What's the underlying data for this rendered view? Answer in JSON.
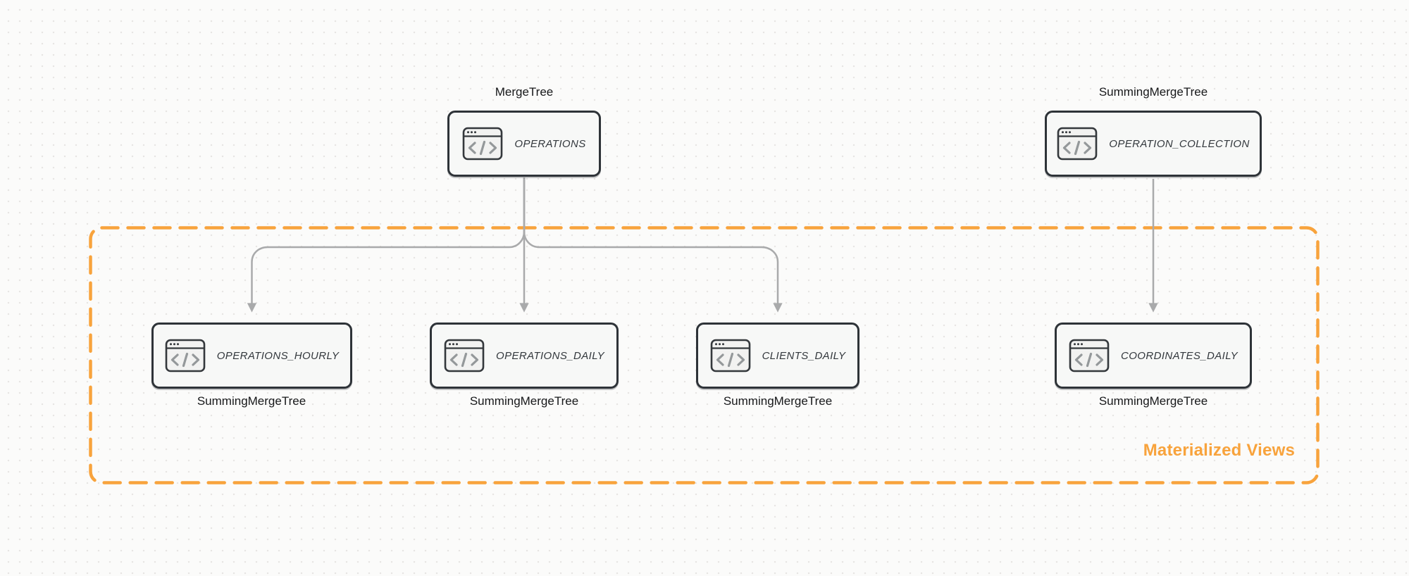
{
  "diagram": {
    "nodes": [
      {
        "id": "operations",
        "table": "OPERATIONS",
        "engine": "MergeTree",
        "engine_position": "above",
        "icon": "code-window-icon"
      },
      {
        "id": "operation_collection",
        "table": "OPERATION_COLLECTION",
        "engine": "SummingMergeTree",
        "engine_position": "above",
        "icon": "code-window-icon"
      },
      {
        "id": "operations_hourly",
        "table": "OPERATIONS_HOURLY",
        "engine": "SummingMergeTree",
        "engine_position": "below",
        "icon": "code-window-icon"
      },
      {
        "id": "operations_daily",
        "table": "OPERATIONS_DAILY",
        "engine": "SummingMergeTree",
        "engine_position": "below",
        "icon": "code-window-icon"
      },
      {
        "id": "clients_daily",
        "table": "CLIENTS_DAILY",
        "engine": "SummingMergeTree",
        "engine_position": "below",
        "icon": "code-window-icon"
      },
      {
        "id": "coordinates_daily",
        "table": "COORDINATES_DAILY",
        "engine": "SummingMergeTree",
        "engine_position": "below",
        "icon": "code-window-icon"
      }
    ],
    "edges": [
      {
        "from": "operations",
        "to": "operations_hourly"
      },
      {
        "from": "operations",
        "to": "operations_daily"
      },
      {
        "from": "operations",
        "to": "clients_daily"
      },
      {
        "from": "operation_collection",
        "to": "coordinates_daily"
      }
    ],
    "group": {
      "label": "Materialized Views"
    },
    "colors": {
      "accent_orange": "#f8a33c",
      "node_border": "#2e3338",
      "node_fill": "#f7f8f7",
      "edge_gray": "#a9aaab",
      "text_dark": "#17181a"
    }
  }
}
